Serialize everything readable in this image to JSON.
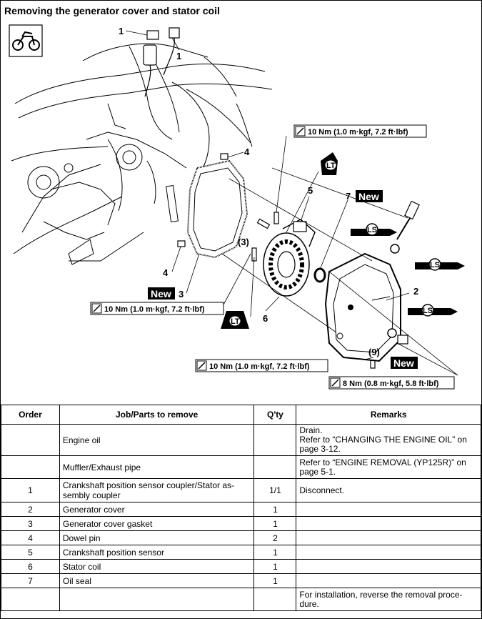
{
  "title": "Removing the generator cover and stator coil",
  "callouts": {
    "c1a": "1",
    "c1b": "1",
    "c2": "2",
    "c3": "3",
    "c3p": "(3)",
    "c4a": "4",
    "c4b": "4",
    "c5": "5",
    "c6": "6",
    "c7": "7",
    "c9": "(9)"
  },
  "badges": {
    "new": "New",
    "lt": "LT",
    "ls": "LS"
  },
  "torques": {
    "t_top": "10 Nm (1.0 m·kgf, 7.2 ft·lbf)",
    "t_left": "10 Nm (1.0 m·kgf, 7.2 ft·lbf)",
    "t_bottom": "10 Nm (1.0 m·kgf, 7.2 ft·lbf)",
    "t_right": "8 Nm (0.8 m·kgf, 5.8 ft·lbf)"
  },
  "table": {
    "headers": [
      "Order",
      "Job/Parts to remove",
      "Q'ty",
      "Remarks"
    ],
    "rows": [
      {
        "order": "",
        "part": "Engine oil",
        "qty": "",
        "remarks": "Drain.\nRefer to “CHANGING THE ENGINE OIL” on page 3-12."
      },
      {
        "order": "",
        "part": "Muffler/Exhaust pipe",
        "qty": "",
        "remarks": "Refer to “ENGINE REMOVAL (YP125R)” on page 5-1."
      },
      {
        "order": "1",
        "part": "Crankshaft position sensor coupler/Stator as-sembly coupler",
        "qty": "1/1",
        "remarks": "Disconnect."
      },
      {
        "order": "2",
        "part": "Generator cover",
        "qty": "1",
        "remarks": ""
      },
      {
        "order": "3",
        "part": "Generator cover gasket",
        "qty": "1",
        "remarks": ""
      },
      {
        "order": "4",
        "part": "Dowel pin",
        "qty": "2",
        "remarks": ""
      },
      {
        "order": "5",
        "part": "Crankshaft position sensor",
        "qty": "1",
        "remarks": ""
      },
      {
        "order": "6",
        "part": "Stator coil",
        "qty": "1",
        "remarks": ""
      },
      {
        "order": "7",
        "part": "Oil seal",
        "qty": "1",
        "remarks": ""
      },
      {
        "order": "",
        "part": "",
        "qty": "",
        "remarks": "For installation, reverse the removal proce-dure."
      }
    ]
  }
}
